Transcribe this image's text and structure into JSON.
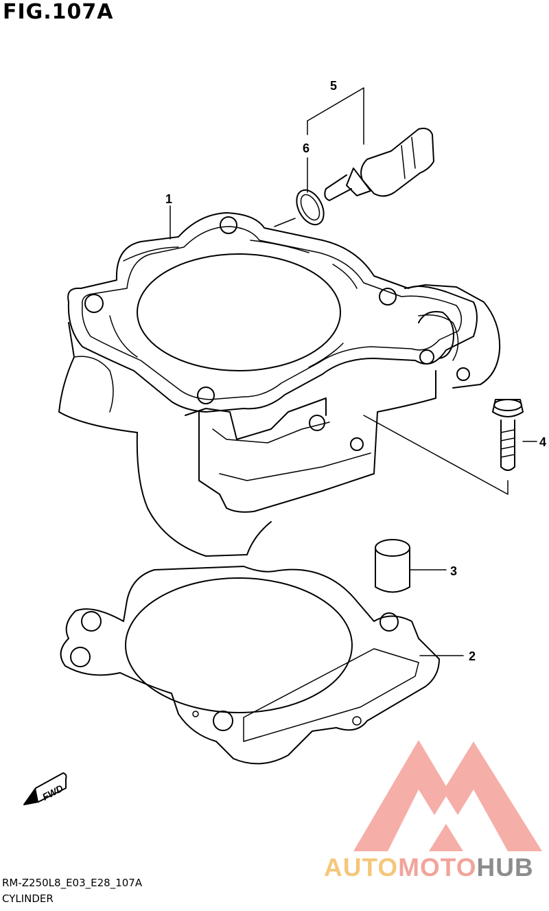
{
  "figure": {
    "title": "FIG.107A",
    "code": "RM-Z250L8_E03_E28_107A",
    "name": "CYLINDER"
  },
  "callouts": [
    {
      "id": "1",
      "part": "cylinder"
    },
    {
      "id": "2",
      "part": "cylinder-base-gasket"
    },
    {
      "id": "3",
      "part": "dowel-pin"
    },
    {
      "id": "4",
      "part": "bolt"
    },
    {
      "id": "5",
      "part": "temperature-sensor"
    },
    {
      "id": "6",
      "part": "sensor-o-ring"
    }
  ],
  "direction_label": "FWD",
  "watermark": {
    "part1": "AUTO",
    "part2": "MOTO",
    "part3": "HUB",
    "colors": {
      "auto": "#f5c77b",
      "moto": "#f1a49b",
      "hub": "#8c8c8c",
      "logo": "#f4a09a"
    }
  }
}
